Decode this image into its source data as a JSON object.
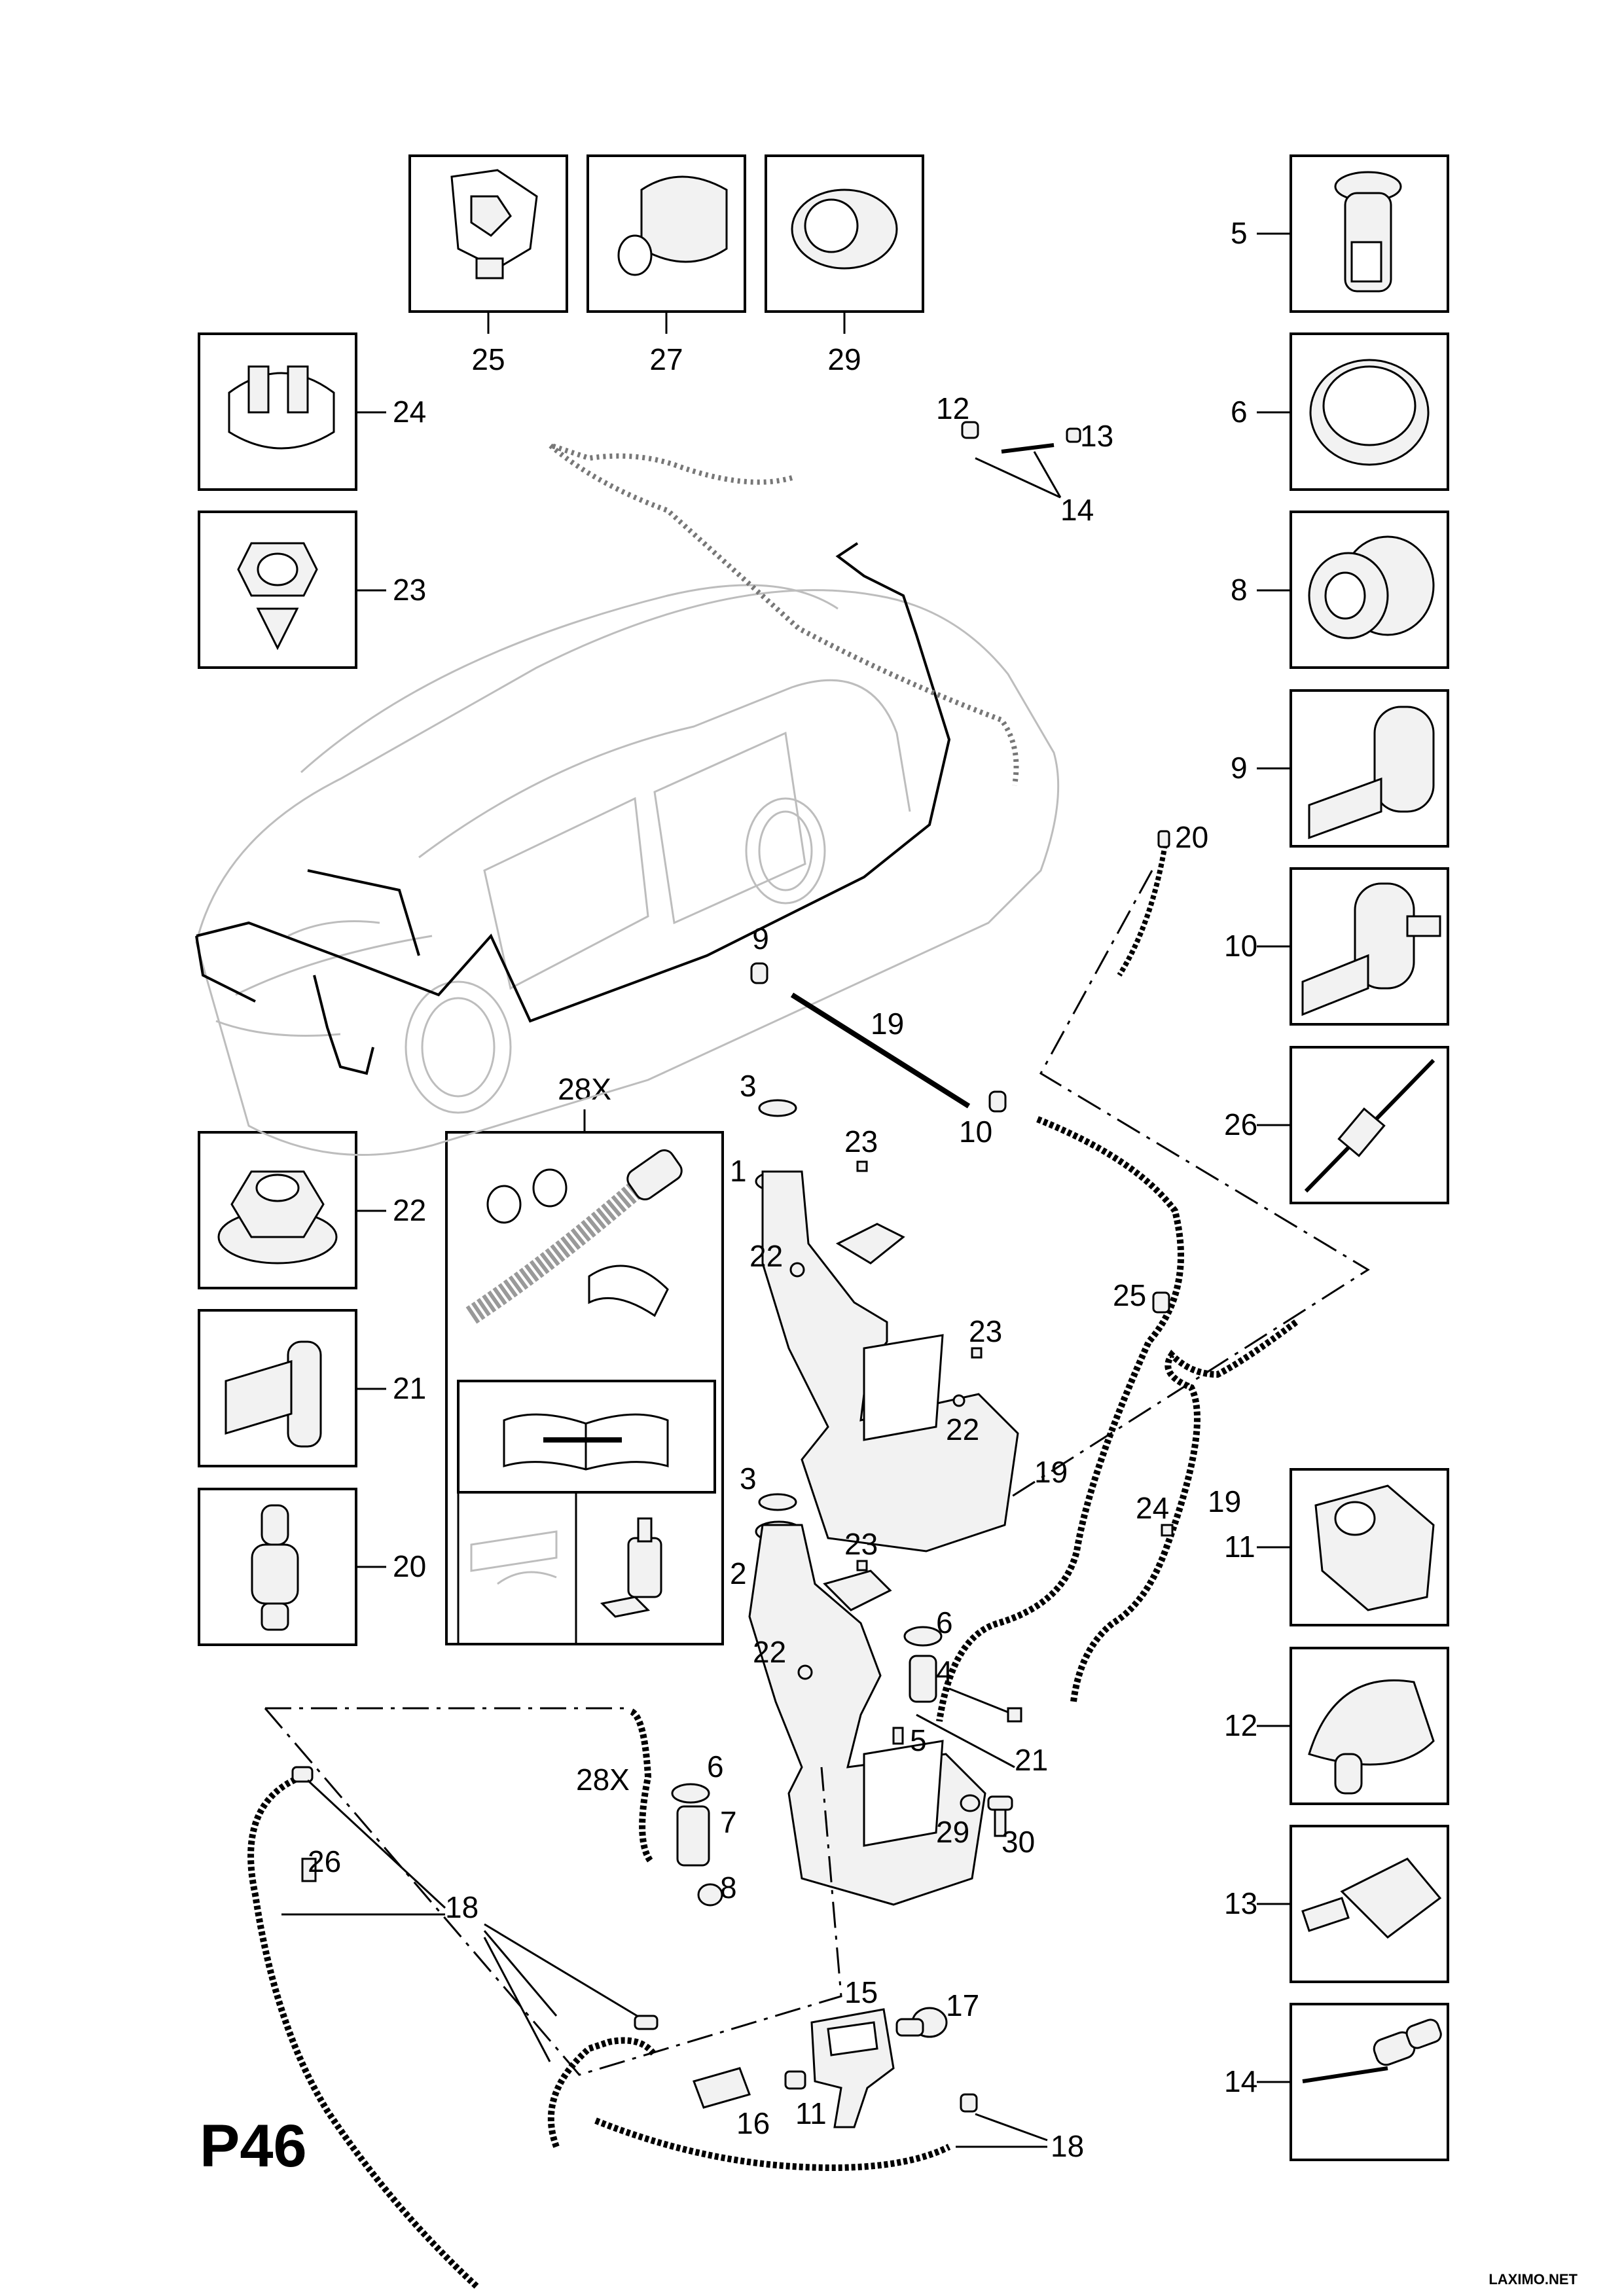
{
  "diagram_code": "P46",
  "watermark": "LAXIMO.NET",
  "callouts": {
    "c1": "1",
    "c2": "2",
    "c3a": "3",
    "c3b": "3",
    "c4": "4",
    "c5a": "5",
    "c5b": "5",
    "c6a": "6",
    "c6b": "6",
    "c6c": "6",
    "c7": "7",
    "c8a": "8",
    "c8b": "8",
    "c9a": "9",
    "c9b": "9",
    "c10a": "10",
    "c10b": "10",
    "c11a": "11",
    "c11b": "11",
    "c12a": "12",
    "c12b": "12",
    "c13a": "13",
    "c13b": "13",
    "c14a": "14",
    "c14b": "14",
    "c15": "15",
    "c16": "16",
    "c17": "17",
    "c18a": "18",
    "c18b": "18",
    "c19a": "19",
    "c19b": "19",
    "c19c": "19",
    "c20a": "20",
    "c20b": "20",
    "c21a": "21",
    "c21b": "21",
    "c22a": "22",
    "c22b": "22",
    "c22c": "22",
    "c22d": "22",
    "c23a": "23",
    "c23b": "23",
    "c23c": "23",
    "c23d": "23",
    "c24a": "24",
    "c24b": "24",
    "c25a": "25",
    "c25b": "25",
    "c26a": "26",
    "c26b": "26",
    "c27": "27",
    "c28a": "28X",
    "c28b": "28X",
    "c29a": "29",
    "c29b": "29",
    "c30": "30"
  },
  "icons": {
    "manual": "book-wrench-icon",
    "sealant": "sealant-bottle-icon",
    "tray": "drip-tray-icon"
  }
}
